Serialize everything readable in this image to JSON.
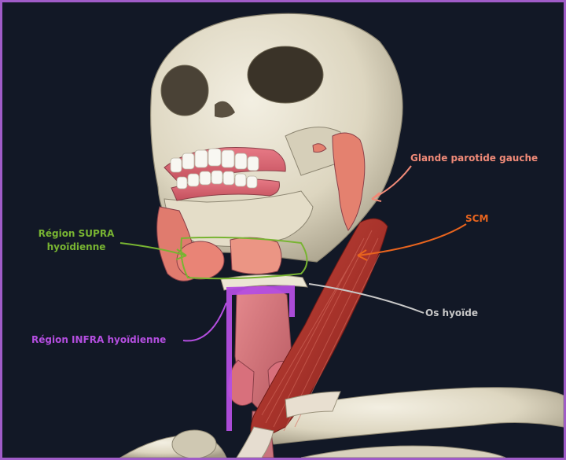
{
  "colors": {
    "frame_border": "#a05cc8",
    "background": "#121826",
    "parotid": "#f08a78",
    "scm": "#e8641e",
    "supra": "#78b432",
    "hyoid": "#c8c8c8",
    "infra": "#b44ee0"
  },
  "labels": {
    "parotid": "Glande parotide gauche",
    "scm": "SCM",
    "supra_line1": "Région SUPRA",
    "supra_line2": "hyoïdienne",
    "hyoid": "Os hyoïde",
    "infra": "Région INFRA hyoïdienne"
  }
}
